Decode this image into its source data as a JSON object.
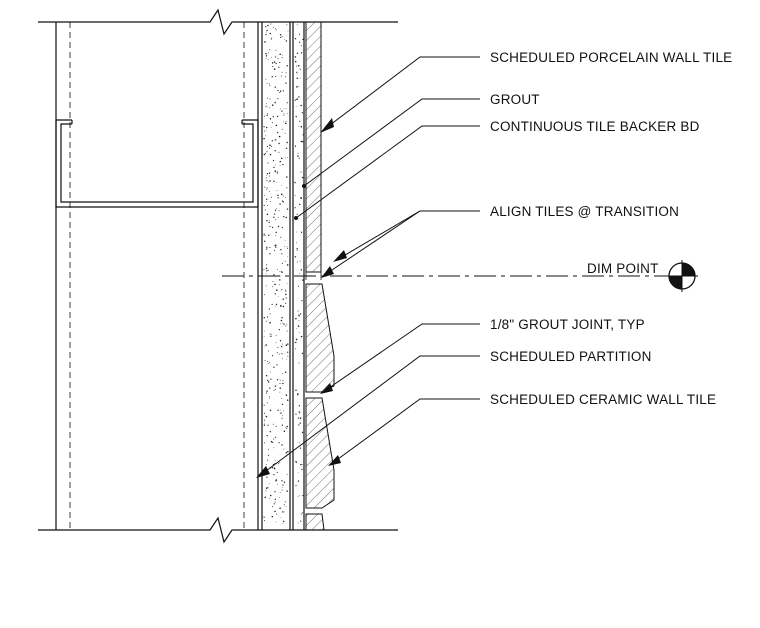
{
  "callouts": {
    "porcelain_tile": "SCHEDULED PORCELAIN WALL TILE",
    "grout": "GROUT",
    "backer_board": "CONTINUOUS TILE BACKER BD",
    "align_tiles": "ALIGN TILES @ TRANSITION",
    "grout_joint": "1/8\" GROUT JOINT, TYP",
    "partition": "SCHEDULED PARTITION",
    "ceramic_tile": "SCHEDULED CERAMIC WALL TILE"
  },
  "dim_point": {
    "label": "DIM POINT",
    "icon": "target-icon"
  }
}
